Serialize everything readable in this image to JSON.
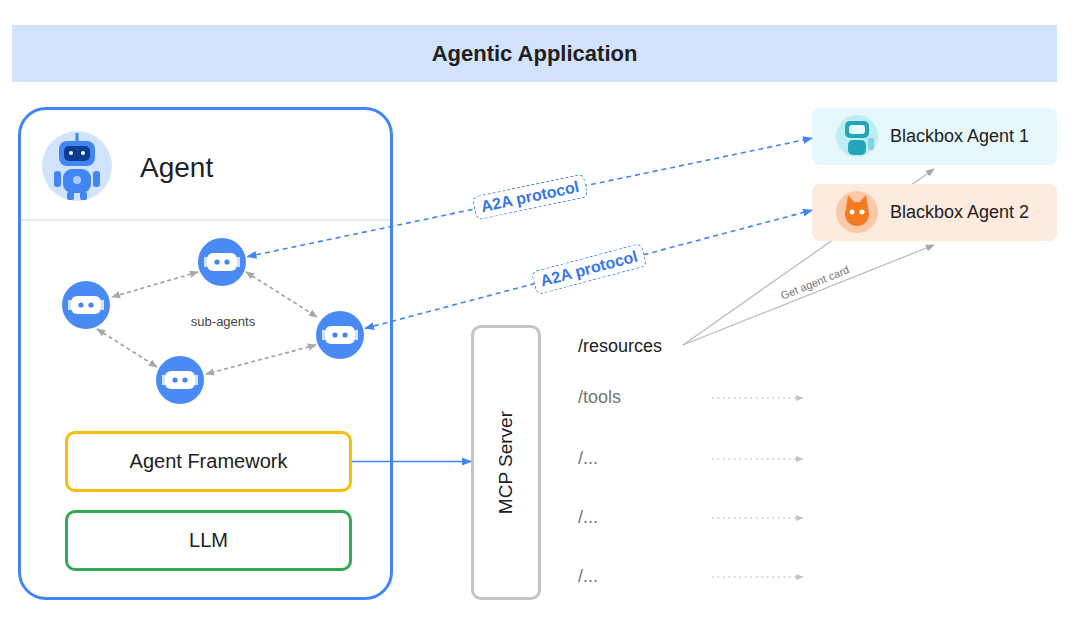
{
  "diagram": {
    "title": "Agentic Application",
    "nodes": [
      {
        "text": [
          "Agent"
        ]
      },
      {
        "text": [
          "Agent Framework"
        ],
        "in": 0
      },
      {
        "text": [
          "LLM"
        ],
        "in": 0
      },
      {
        "text": [
          "MCP Server"
        ]
      },
      {
        "text": [
          "Blackbox Agent 1"
        ]
      },
      {
        "text": [
          "Blackbox Agent 2"
        ]
      }
    ],
    "edges": [
      {
        "from": 0,
        "to": 4,
        "label": "A2A protocol",
        "arrow": "both"
      },
      {
        "from": 0,
        "to": 5,
        "label": "A2A protocol",
        "arrow": "both"
      },
      {
        "from": 1,
        "to": 3,
        "arrow": "to"
      }
    ],
    "labels": [
      "sub-agents",
      "/resources",
      "Get agent card",
      "/tools",
      "/...",
      "/...",
      "/..."
    ]
  }
}
